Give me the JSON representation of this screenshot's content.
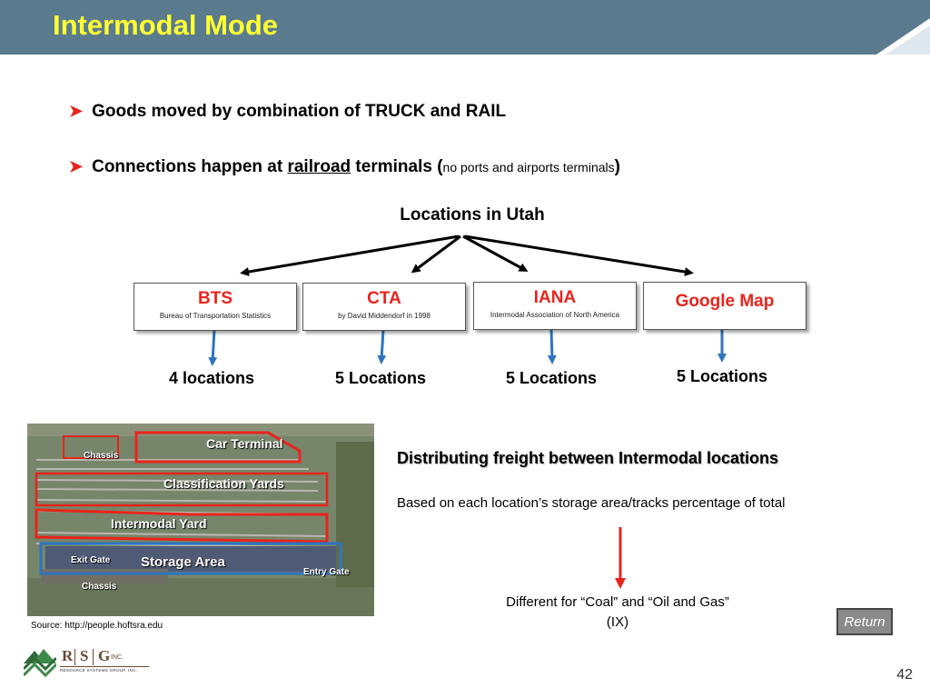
{
  "slide": {
    "title": "Intermodal Mode",
    "page_number": "42",
    "colors": {
      "header": "#5a7b8e",
      "title": "#ffff33",
      "accent_red": "#e8241c",
      "arrow_blue": "#2e74c0"
    }
  },
  "bullets": [
    {
      "text": "Goods moved by combination of TRUCK and RAIL"
    },
    {
      "pre": "Connections happen at ",
      "underlined": "railroad",
      "post": " terminals (",
      "small": "no ports and airports terminals",
      "close": ")"
    }
  ],
  "locations": {
    "title": "Locations in Utah",
    "sources": [
      {
        "name": "BTS",
        "sub": "Bureau of Transportation Statistics",
        "count": "4 locations"
      },
      {
        "name": "CTA",
        "sub": "by David Middendorf in 1998",
        "count": "5 Locations"
      },
      {
        "name": "IANA",
        "sub": "Intermodal Association of North America",
        "count": "5 Locations"
      },
      {
        "name": "Google Map",
        "sub": "",
        "count": "5 Locations"
      }
    ]
  },
  "photo": {
    "labels": [
      "Car Terminal",
      "Chassis",
      "Classification Yards",
      "Intermodal Yard",
      "Exit Gate",
      "Storage Area",
      "Entry Gate",
      "Chassis"
    ]
  },
  "source_text": "Source: http://people.hoftsra.edu",
  "distribution": {
    "title": "Distributing freight between Intermodal locations",
    "subtitle": "Based on each location’s storage area/tracks percentage of total",
    "note_line1": "Different for “Coal” and “Oil and Gas”",
    "note_line2": "(IX)"
  },
  "return_label": "Return",
  "logo": {
    "letters": [
      "R",
      "S",
      "G"
    ],
    "inc": "INC.",
    "tagline": "RESOURCE SYSTEMS GROUP, INC."
  }
}
